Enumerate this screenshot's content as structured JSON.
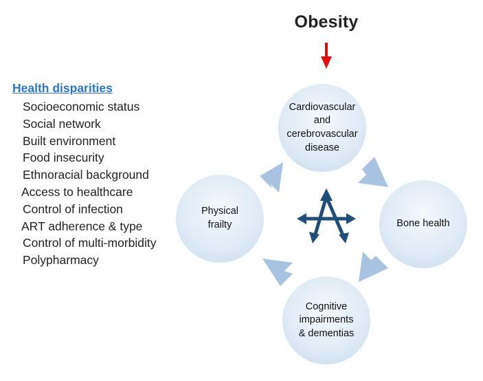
{
  "title": "Obesity",
  "disparities": {
    "heading": "Health disparities",
    "items": [
      "Socioeconomic status",
      "Social network",
      "Built environment",
      "Food insecurity",
      "Ethnoracial background",
      "Access to healthcare",
      "Control of infection",
      "ART adherence & type",
      "Control of multi-morbidity",
      "Polypharmacy"
    ]
  },
  "cycle": {
    "top": "Cardiovascular\nand\ncerebrovascular\ndisease",
    "right": "Bone health",
    "bottom": "Cognitive\nimpairments\n& dementias",
    "left": "Physical\nfrailty"
  },
  "colors": {
    "title_arrow": "#e01010",
    "heading": "#2e75c8",
    "cycle_arrow": "#a8c3e2",
    "center_icon": "#1f4e79"
  },
  "center_icon": "multi-directional-arrows-icon"
}
